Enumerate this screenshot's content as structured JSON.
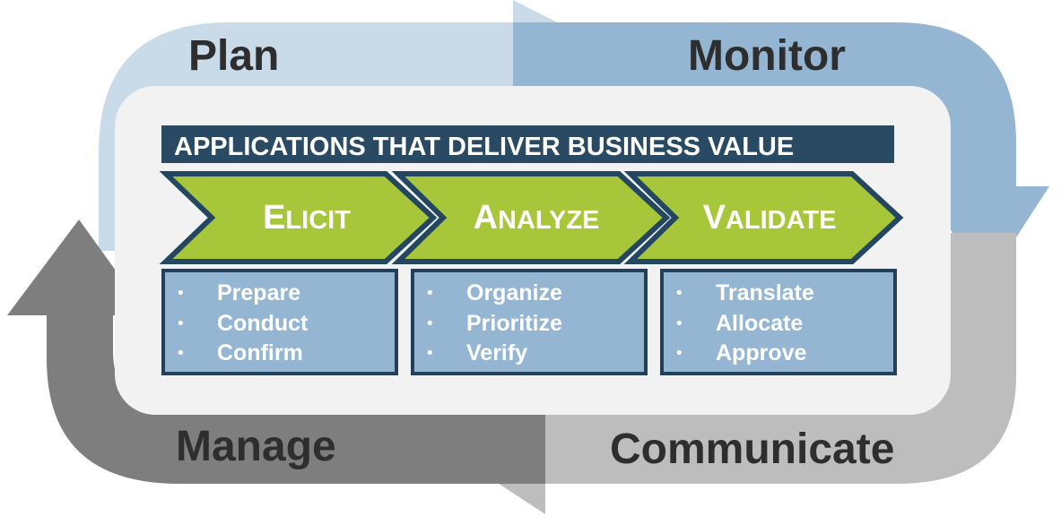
{
  "cycle": {
    "plan": "Plan",
    "monitor": "Monitor",
    "communicate": "Communicate",
    "manage": "Manage"
  },
  "banner": "APPLICATIONS THAT DELIVER BUSINESS VALUE",
  "phases": [
    {
      "cap": "E",
      "rest": "LICIT",
      "items": [
        "Prepare",
        "Conduct",
        "Confirm"
      ]
    },
    {
      "cap": "A",
      "rest": "NALYZE",
      "items": [
        "Organize",
        "Prioritize",
        "Verify"
      ]
    },
    {
      "cap": "V",
      "rest": "ALIDATE",
      "items": [
        "Translate",
        "Allocate",
        "Approve"
      ]
    }
  ],
  "colors": {
    "plan": "#c9dbe9",
    "monitor": "#94b6d3",
    "communicate": "#bdbdbd",
    "manage": "#7e7e7e",
    "inner_panel": "#f2f2f2",
    "banner": "#2a4a63",
    "chevron_fill": "#a8c63a",
    "chevron_border": "#234661",
    "box_fill": "#94b6d3",
    "box_border": "#243f57"
  }
}
